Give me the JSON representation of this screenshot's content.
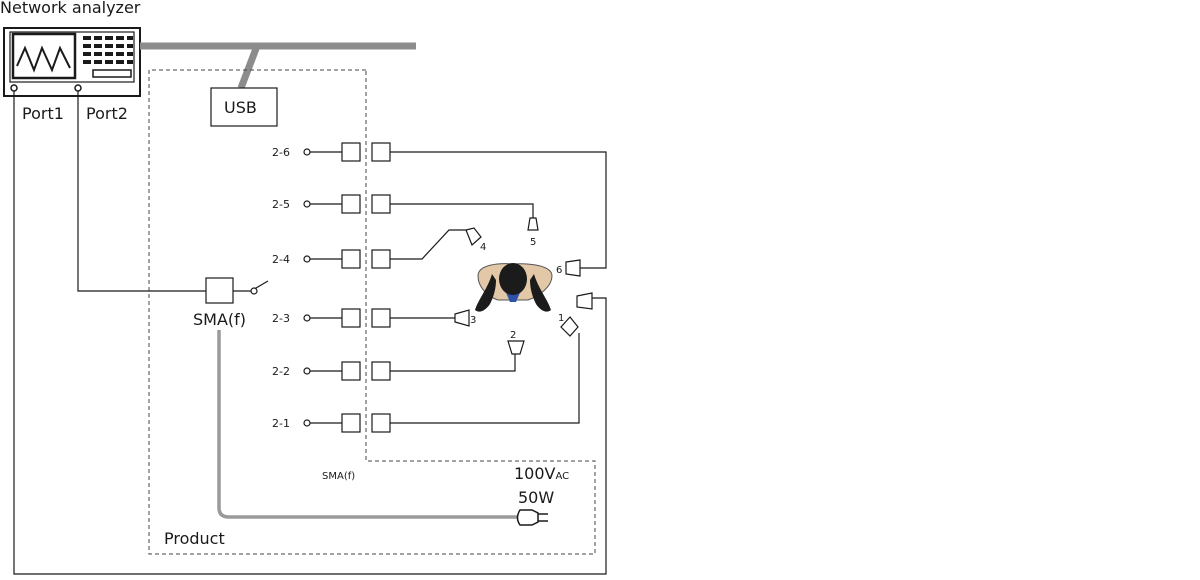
{
  "analyzer": {
    "title": "Network analyzer",
    "port1": "Port1",
    "port2": "Port2"
  },
  "usb": {
    "label": "USB"
  },
  "switch": {
    "label": "SMA(f)"
  },
  "product": {
    "label": "Product",
    "connector_label": "SMA(f)",
    "power_voltage": "100V",
    "power_voltage_sub": "AC",
    "power_wattage": "50W"
  },
  "ports": [
    {
      "label": "2-6",
      "antenna": "6"
    },
    {
      "label": "2-5",
      "antenna": "5"
    },
    {
      "label": "2-4",
      "antenna": "4"
    },
    {
      "label": "2-3",
      "antenna": "3"
    },
    {
      "label": "2-2",
      "antenna": "2"
    },
    {
      "label": "2-1",
      "antenna": "1"
    }
  ],
  "colors": {
    "line": "#1a1a1a",
    "usb_cable": "#8c8c8c",
    "power_cable": "#9a9a9a",
    "dashed": "#444444",
    "skin": "#e3c8a8",
    "hair": "#1b1b1b",
    "shirt": "#2c52a8"
  }
}
